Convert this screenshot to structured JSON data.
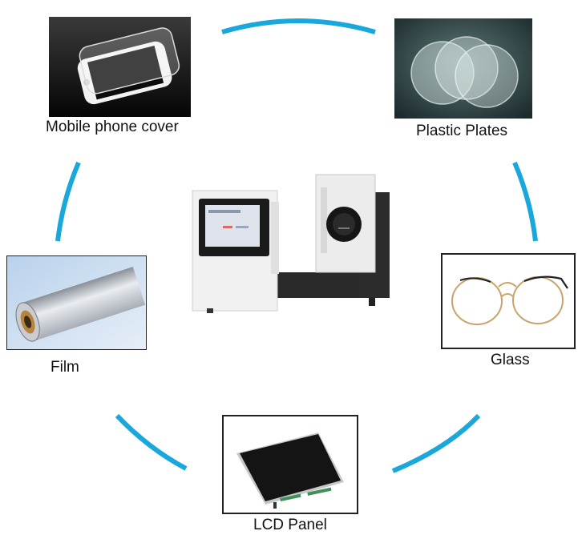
{
  "colors": {
    "arc": "#1aa7dc"
  },
  "items": {
    "mobile_phone_cover": {
      "label": "Mobile phone cover",
      "icon": "phone-screen-protector-photo"
    },
    "plastic_plates": {
      "label": "Plastic Plates",
      "icon": "plastic-discs-photo"
    },
    "film": {
      "label": "Film",
      "icon": "film-roll-photo"
    },
    "glass": {
      "label": "Glass",
      "icon": "eyeglasses-photo"
    },
    "lcd_panel": {
      "label": "LCD Panel",
      "icon": "lcd-panel-photo"
    }
  },
  "center": {
    "icon": "haze-meter-instrument-photo"
  }
}
